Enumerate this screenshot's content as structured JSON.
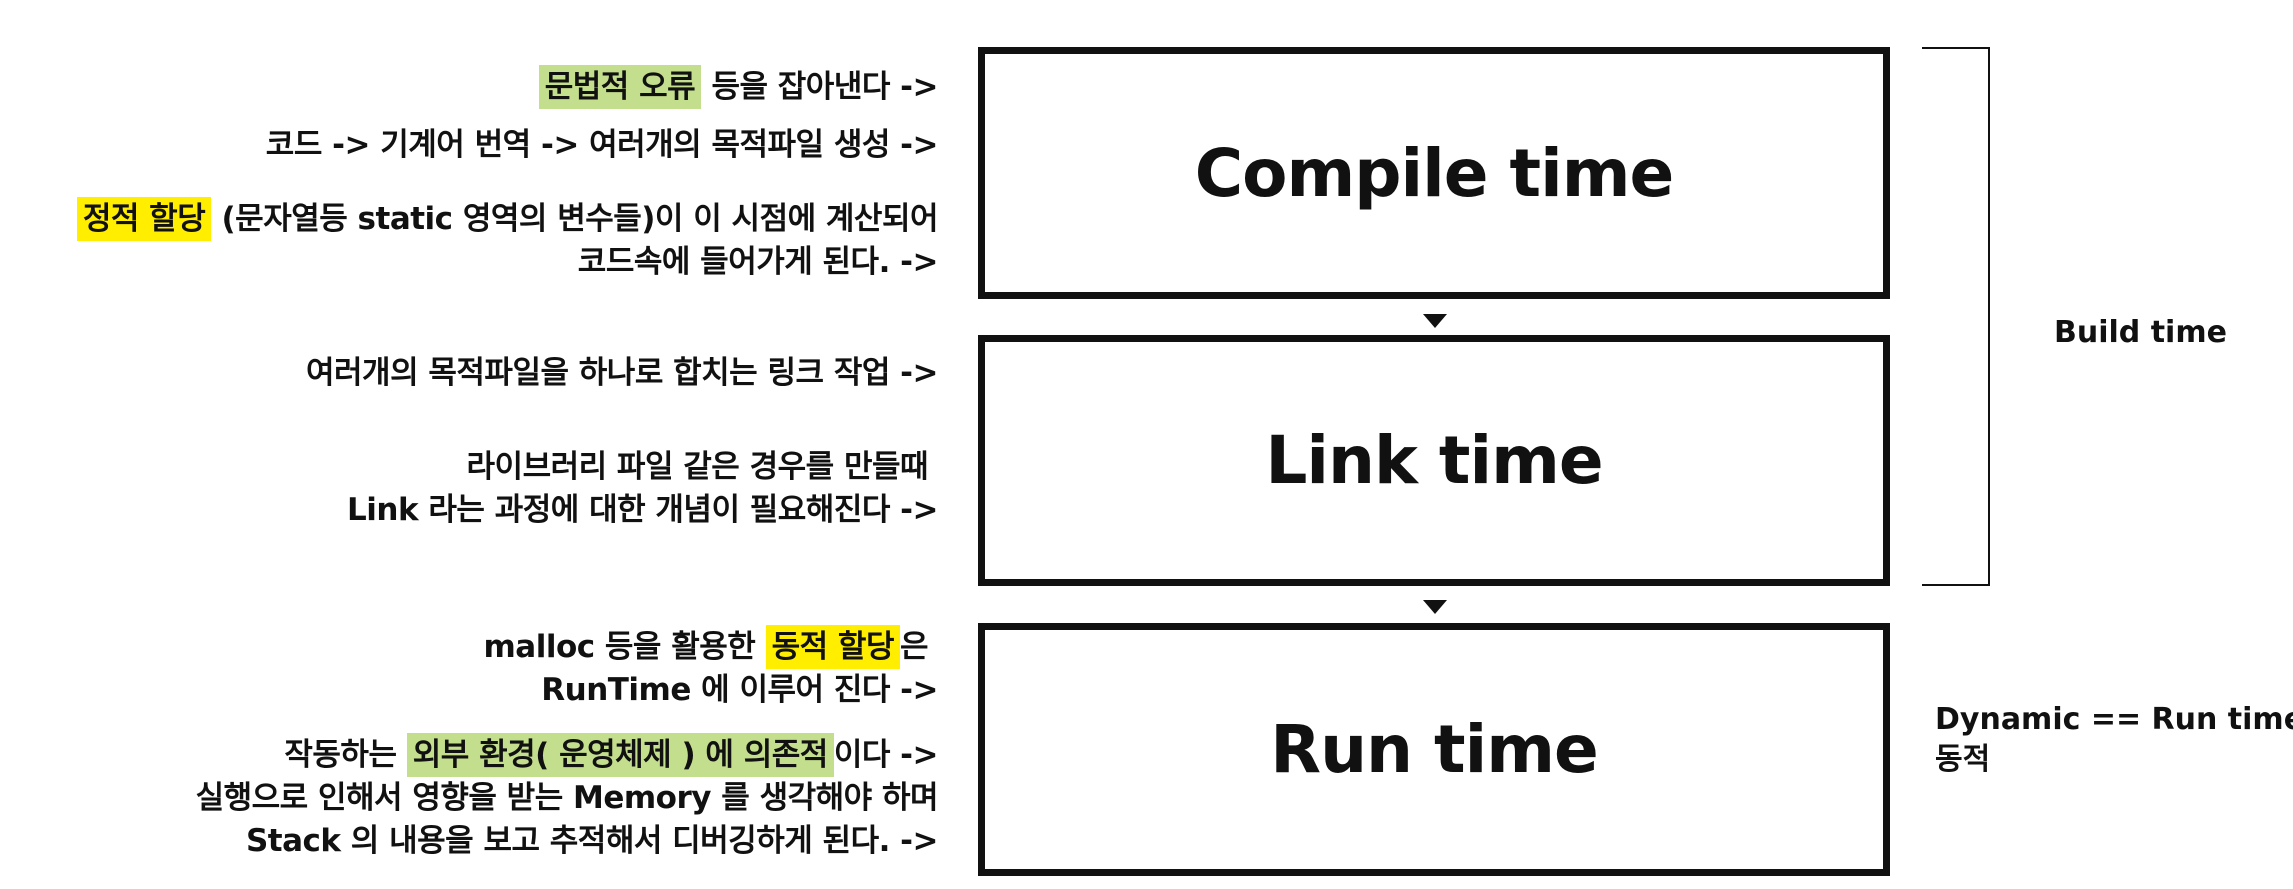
{
  "notes": {
    "n1": {
      "hl": "문법적 오류",
      "rest": " 등을 잡아낸다 ->"
    },
    "n2": "코드 -> 기계어 번역 -> 여러개의 목적파일 생성 ->",
    "n3": {
      "hl": "정적 할당",
      "line1_rest": " (문자열등 static 영역의 변수들)이 이 시점에 계산되어",
      "line2": "코드속에 들어가게 된다. ->"
    },
    "n4": "여러개의 목적파일을 하나로 합치는 링크 작업 ->",
    "n5": {
      "line1": "라이브러리 파일 같은 경우를 만들때",
      "line2": "Link 라는 과정에 대한 개념이 필요해진다 ->"
    },
    "n6": {
      "pre": "malloc 등을 활용한 ",
      "hl": "동적 할당",
      "post": "은",
      "line2": "RunTime 에 이루어 진다 ->"
    },
    "n7": {
      "pre": "작동하는 ",
      "hl": "외부 환경( 운영체제 ) 에 의존적",
      "post": "이다 ->",
      "line2": "실행으로 인해서 영향을 받는 Memory 를 생각해야 하며",
      "line3": "Stack 의 내용을 보고 추적해서 디버깅하게 된다. ->"
    }
  },
  "stages": {
    "compile": "Compile time",
    "link": "Link time",
    "run": "Run time"
  },
  "bracket_label": "Build time",
  "dynamic_label": {
    "line1": "Dynamic == Run time",
    "line2": "동적"
  },
  "colors": {
    "highlight_green": "#c3de8c",
    "highlight_yellow": "#ffee00",
    "stroke": "#111111"
  }
}
